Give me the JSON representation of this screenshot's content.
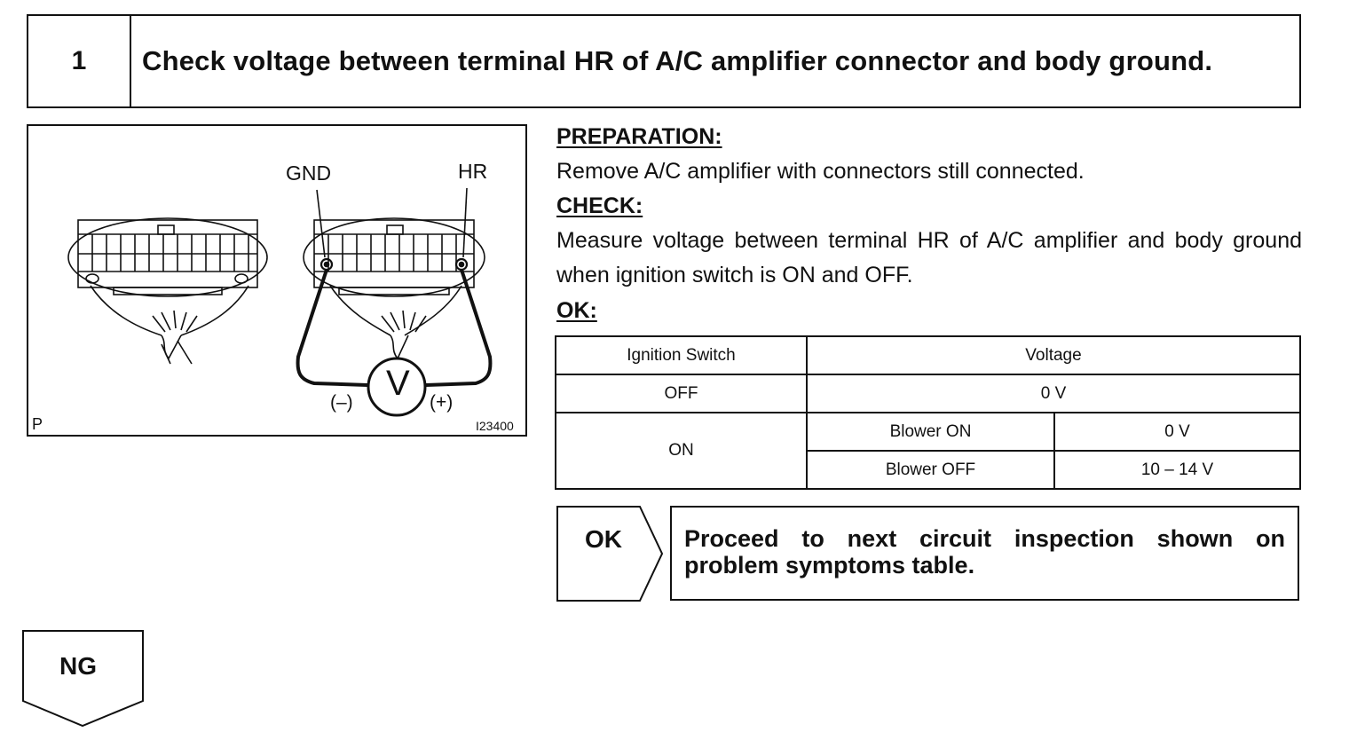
{
  "header": {
    "step_number": "1",
    "title": "Check voltage between terminal HR of A/C amplifier connector and body ground."
  },
  "figure": {
    "label_gnd": "GND",
    "label_hr": "HR",
    "meter_symbol": "V",
    "minus_label": "(–)",
    "plus_label": "(+)",
    "corner_code": "P",
    "figure_id": "I23400"
  },
  "preparation": {
    "heading": "PREPARATION:",
    "text": "Remove A/C amplifier with connectors still connected."
  },
  "check": {
    "heading": "CHECK:",
    "text": "Measure voltage between terminal HR of A/C amplifier and body ground when ignition switch is ON and OFF."
  },
  "ok": {
    "heading": "OK:"
  },
  "spec_table": {
    "col_ignition": "Ignition Switch",
    "col_voltage": "Voltage",
    "row_off_label": "OFF",
    "row_off_value": "0 V",
    "row_on_label": "ON",
    "blower_on_label": "Blower ON",
    "blower_on_value": "0 V",
    "blower_off_label": "Blower OFF",
    "blower_off_value": "10 – 14 V"
  },
  "result_ok": {
    "tag": "OK",
    "text": "Proceed to next circuit inspection shown on problem symptoms table."
  },
  "result_ng": {
    "tag": "NG"
  }
}
